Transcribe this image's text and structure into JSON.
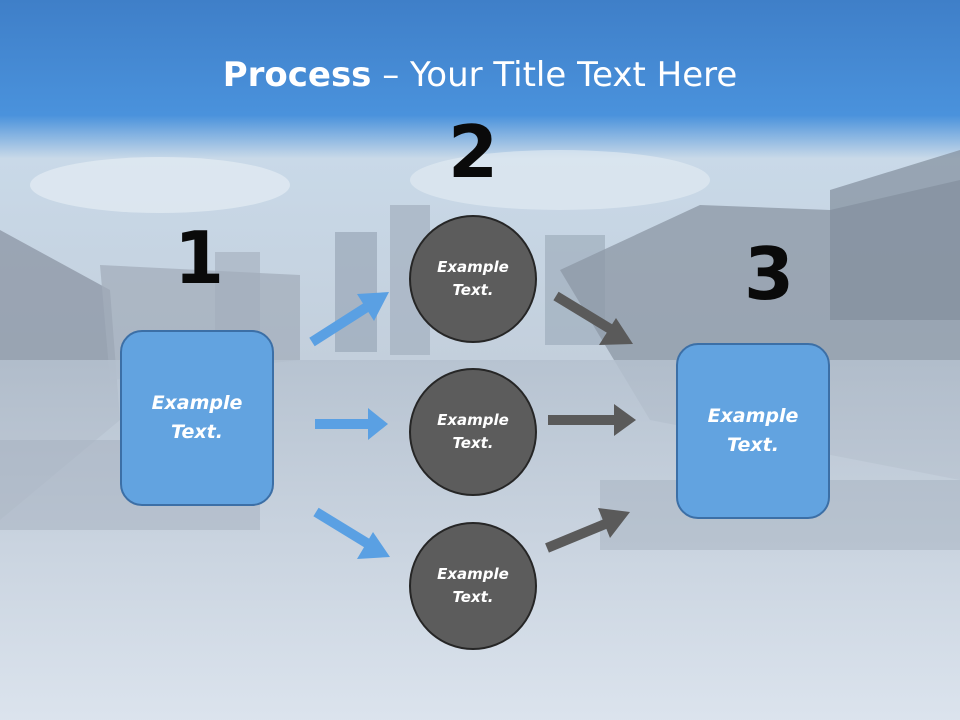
{
  "slide": {
    "title_bold": "Process",
    "title_rest": " – Your Title Text Here"
  },
  "steps": {
    "one": "1",
    "two": "2",
    "three": "3"
  },
  "left_box": {
    "text": "Example\nText."
  },
  "right_box": {
    "text": "Example\nText."
  },
  "circles": [
    {
      "text": "Example\nText."
    },
    {
      "text": "Example\nText."
    },
    {
      "text": "Example\nText."
    }
  ],
  "colors": {
    "title_band": "#3f86d2",
    "box_fill": "#62a3e0",
    "circle_fill": "#5c5c5c",
    "arrow_blue": "#5aa0e3",
    "arrow_gray": "#5a5a5a"
  }
}
